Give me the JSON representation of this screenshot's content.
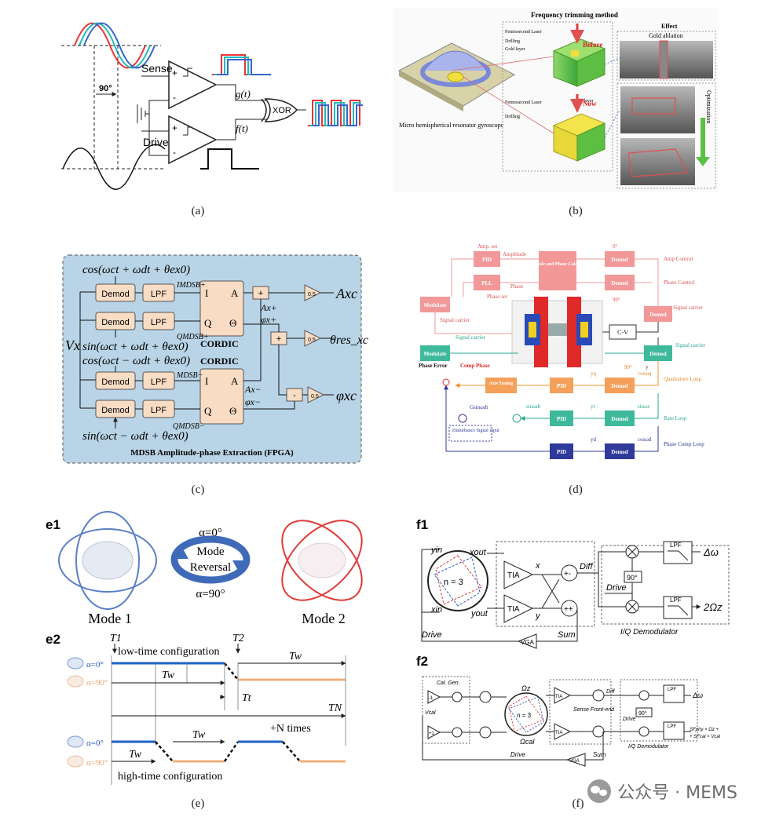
{
  "panel_captions": {
    "a": "(a)",
    "b": "(b)",
    "c": "(c)",
    "d": "(d)",
    "e": "(e)",
    "f": "(f)"
  },
  "panel_a": {
    "sense": "Sense",
    "drive": "Drive",
    "angle": "90°",
    "g": "g(t)",
    "f": "f(t)",
    "xor": "XOR",
    "plus": "+",
    "minus": "-"
  },
  "panel_b": {
    "title": "Frequency trimming method",
    "effect": "Effect",
    "gold_ablation": "Gold ablation",
    "laser1": "Femtosecond Laser",
    "drilling1": "Drilling",
    "gold1": "Gold layer",
    "before": "Before",
    "laser2": "Femtosecond Laser",
    "drilling2": "Drilling",
    "gold2": "Gold layer",
    "now": "Now",
    "optimization": "Optimization",
    "device": "Micro hemispherical resonator gyroscope"
  },
  "panel_c": {
    "cos_top": "cos(ωct + ωdt + θex0)",
    "cos_mid": "cos(ωct − ωdt + θex0)",
    "sin_mid": "sin(ωct + ωdt + θex0)",
    "sin_bot": "sin(ωct − ωdt + θex0)",
    "demod": "Demod",
    "lpf": "LPF",
    "vx": "Vx",
    "cordic": "CORDIC",
    "i_mdsb_plus": "IMDSB+",
    "q_mdsb_plus": "QMDSB+",
    "i_mdsb_minus": "MDSB−",
    "q_mdsb_minus": "QMDSB−",
    "I": "I",
    "Q": "Q",
    "A": "A",
    "Theta": "Θ",
    "a_plus": "Ax+",
    "phi_plus": "φx+",
    "a_minus": "Ax−",
    "phi_minus": "φx−",
    "gain": "0.5",
    "out_a": "Axc",
    "out_theta": "θres_xc",
    "out_phi": "φxc",
    "plus_sign": "+",
    "minus_sign": "-",
    "footer": "MDSB Amplitude-phase Extraction (FPGA)"
  },
  "panel_d": {
    "pid": "PID",
    "pll": "PLL",
    "amp_phase": "Amplitude and Phase Calculation",
    "demod": "Demod",
    "modulate": "Modulate",
    "cv": "C-V",
    "axis_tuning": "Axis Tuning",
    "amp_set": "Amp. set",
    "amplitude": "Amplitude",
    "phase": "Phase",
    "phase_set": "Phase set",
    "amp_control": "Amp Control",
    "phase_control": "Phase Control",
    "signal_carrier": "Signal carrier",
    "quadrature_loop": "Quadrature Loop",
    "rate_loop": "Rate Loop",
    "phase_comp_loop": "Phase Comp Loop",
    "phase_error": "Phase Error",
    "comp_phase": "Comp Phase",
    "disturbance": "Disturbance Signal input",
    "deg90": "90°",
    "deg0": "0°",
    "yq": "yq",
    "yr": "yr",
    "yd": "yd",
    "y": "y",
    "cos_q": "cosωq",
    "sin_r": "sinωr",
    "cos_d": "cosωd",
    "g_sin": "Gsinωdt",
    "sin_a": "sinωdt"
  },
  "panel_e": {
    "e1": "e1",
    "e2": "e2",
    "alpha0": "α=0°",
    "mode_reversal_1": "Mode",
    "mode_reversal_2": "Reversal",
    "alpha90": "α=90°",
    "mode1": "Mode 1",
    "mode2": "Mode 2",
    "t1": "T1",
    "t2": "T2",
    "low_config": "low-time configuration",
    "high_config": "high-time configuration",
    "tw": "Tw",
    "tt": "Tt",
    "tn": "TN",
    "n_times": "+N times",
    "leg_a0": "α=0°",
    "leg_a90": "α=90°"
  },
  "panel_f": {
    "f1": "f1",
    "f2": "f2",
    "yin": "yin",
    "xout": "xout",
    "xin": "xin",
    "yout": "yout",
    "n3": "n = 3",
    "tia": "TIA",
    "x": "x",
    "y": "y",
    "diff": "Diff",
    "sum": "Sum",
    "drive": "Drive",
    "vga": "VGA",
    "lpf": "LPF",
    "deg90": "90°",
    "dw": "Δω",
    "omega": "2Ωz",
    "iq": "I/Q Demodulator",
    "cal_gen": "Cal. Gen.",
    "vcal": "Vcal",
    "minus1": "-1",
    "plus1": "+1",
    "sense_fe": "Sense Front-end",
    "omega_cal": "Ωcal",
    "omega_z": "Ωz",
    "sf_line1": "SFphy × Ωz +",
    "sf_line2": "+ SFcal × Vcal"
  },
  "watermark": "公众号 · MEMS",
  "colors": {
    "red": "#e0302a",
    "blue": "#1e63c6",
    "green": "#2fa84a",
    "orange": "#f0902a",
    "cyan_box": "#b9d4e6",
    "demod_fill": "#f8dcc4",
    "pink": "#f08a8a",
    "teal": "#3cb49a",
    "navy": "#2f3a9a",
    "yellow": "#f2e03a"
  }
}
